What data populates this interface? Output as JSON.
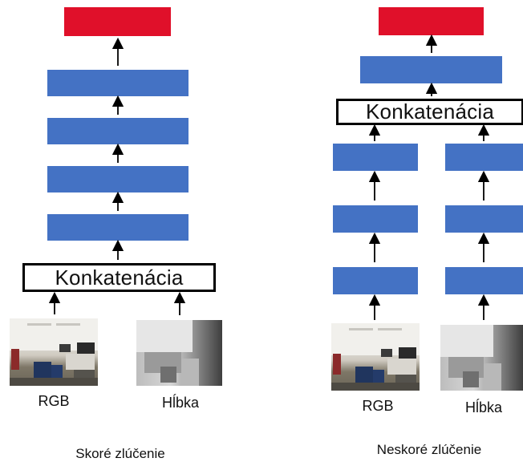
{
  "early_fusion": {
    "concat_label": "Konkatenácia",
    "rgb_label": "RGB",
    "depth_label": "Hĺbka",
    "caption": "Skoré zlúčenie"
  },
  "late_fusion": {
    "concat_label": "Konkatenácia",
    "rgb_label": "RGB",
    "depth_label": "Hĺbka",
    "caption": "Neskoré zlúčenie"
  },
  "colors": {
    "layer": "#4472c4",
    "output": "#e0102a",
    "arrow": "#000000"
  }
}
